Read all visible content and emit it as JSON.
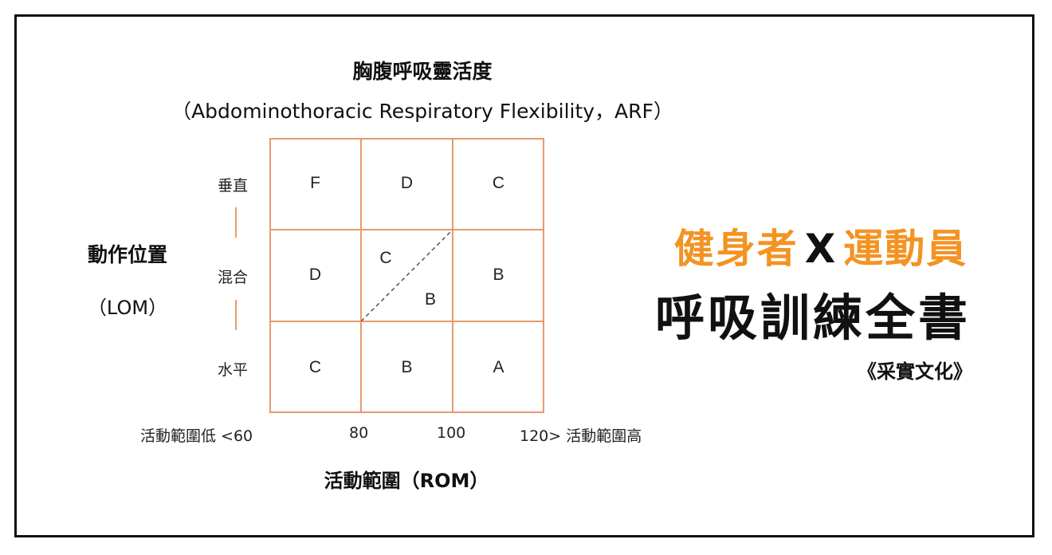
{
  "title": "胸腹呼吸靈活度",
  "subtitle": "（Abdominothoracic Respiratory Flexibility，ARF）",
  "y_axis": {
    "title": "動作位置",
    "unit": "（LOM）"
  },
  "rows": [
    {
      "label": "垂直",
      "cells": [
        "F",
        "D",
        "C"
      ]
    },
    {
      "label": "混合",
      "cells": [
        "D",
        "",
        "B"
      ]
    },
    {
      "label": "水平",
      "cells": [
        "C",
        "B",
        "A"
      ]
    }
  ],
  "split_cell": {
    "upper": "C",
    "lower": "B"
  },
  "x_axis": {
    "ticks": [
      "活動範圍低 <60",
      "80",
      "100",
      "120> 活動範圍高"
    ],
    "title": "活動範圍（ROM）"
  },
  "brand": {
    "line1_left": "健身者",
    "line1_mid": "X",
    "line1_right": "運動員",
    "line2": "呼吸訓練全書",
    "publisher": "《采實文化》"
  },
  "colors": {
    "grid": "#e79a6c",
    "accent": "#f39322",
    "text": "#111111"
  }
}
